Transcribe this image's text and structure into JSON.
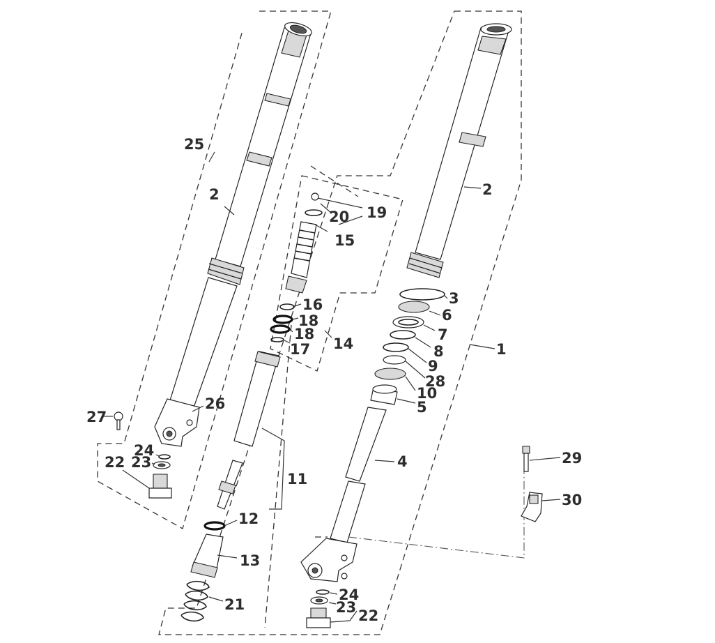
{
  "diagram": {
    "callouts": [
      {
        "id": "c1",
        "text": "1"
      },
      {
        "id": "c2a",
        "text": "2"
      },
      {
        "id": "c2b",
        "text": "2"
      },
      {
        "id": "c3",
        "text": "3"
      },
      {
        "id": "c4",
        "text": "4"
      },
      {
        "id": "c5",
        "text": "5"
      },
      {
        "id": "c6",
        "text": "6"
      },
      {
        "id": "c7",
        "text": "7"
      },
      {
        "id": "c8",
        "text": "8"
      },
      {
        "id": "c9",
        "text": "9"
      },
      {
        "id": "c10",
        "text": "10"
      },
      {
        "id": "c11",
        "text": "11"
      },
      {
        "id": "c12",
        "text": "12"
      },
      {
        "id": "c13",
        "text": "13"
      },
      {
        "id": "c14",
        "text": "14"
      },
      {
        "id": "c15",
        "text": "15"
      },
      {
        "id": "c16",
        "text": "16"
      },
      {
        "id": "c17",
        "text": "17"
      },
      {
        "id": "c18a",
        "text": "18"
      },
      {
        "id": "c18b",
        "text": "18"
      },
      {
        "id": "c19",
        "text": "19"
      },
      {
        "id": "c20",
        "text": "20"
      },
      {
        "id": "c21",
        "text": "21"
      },
      {
        "id": "c22a",
        "text": "22"
      },
      {
        "id": "c22b",
        "text": "22"
      },
      {
        "id": "c23a",
        "text": "23"
      },
      {
        "id": "c23b",
        "text": "23"
      },
      {
        "id": "c24a",
        "text": "24"
      },
      {
        "id": "c24b",
        "text": "24"
      },
      {
        "id": "c25",
        "text": "25"
      },
      {
        "id": "c26",
        "text": "26"
      },
      {
        "id": "c27",
        "text": "27"
      },
      {
        "id": "c28",
        "text": "28"
      },
      {
        "id": "c29",
        "text": "29"
      },
      {
        "id": "c30",
        "text": "30"
      }
    ]
  }
}
